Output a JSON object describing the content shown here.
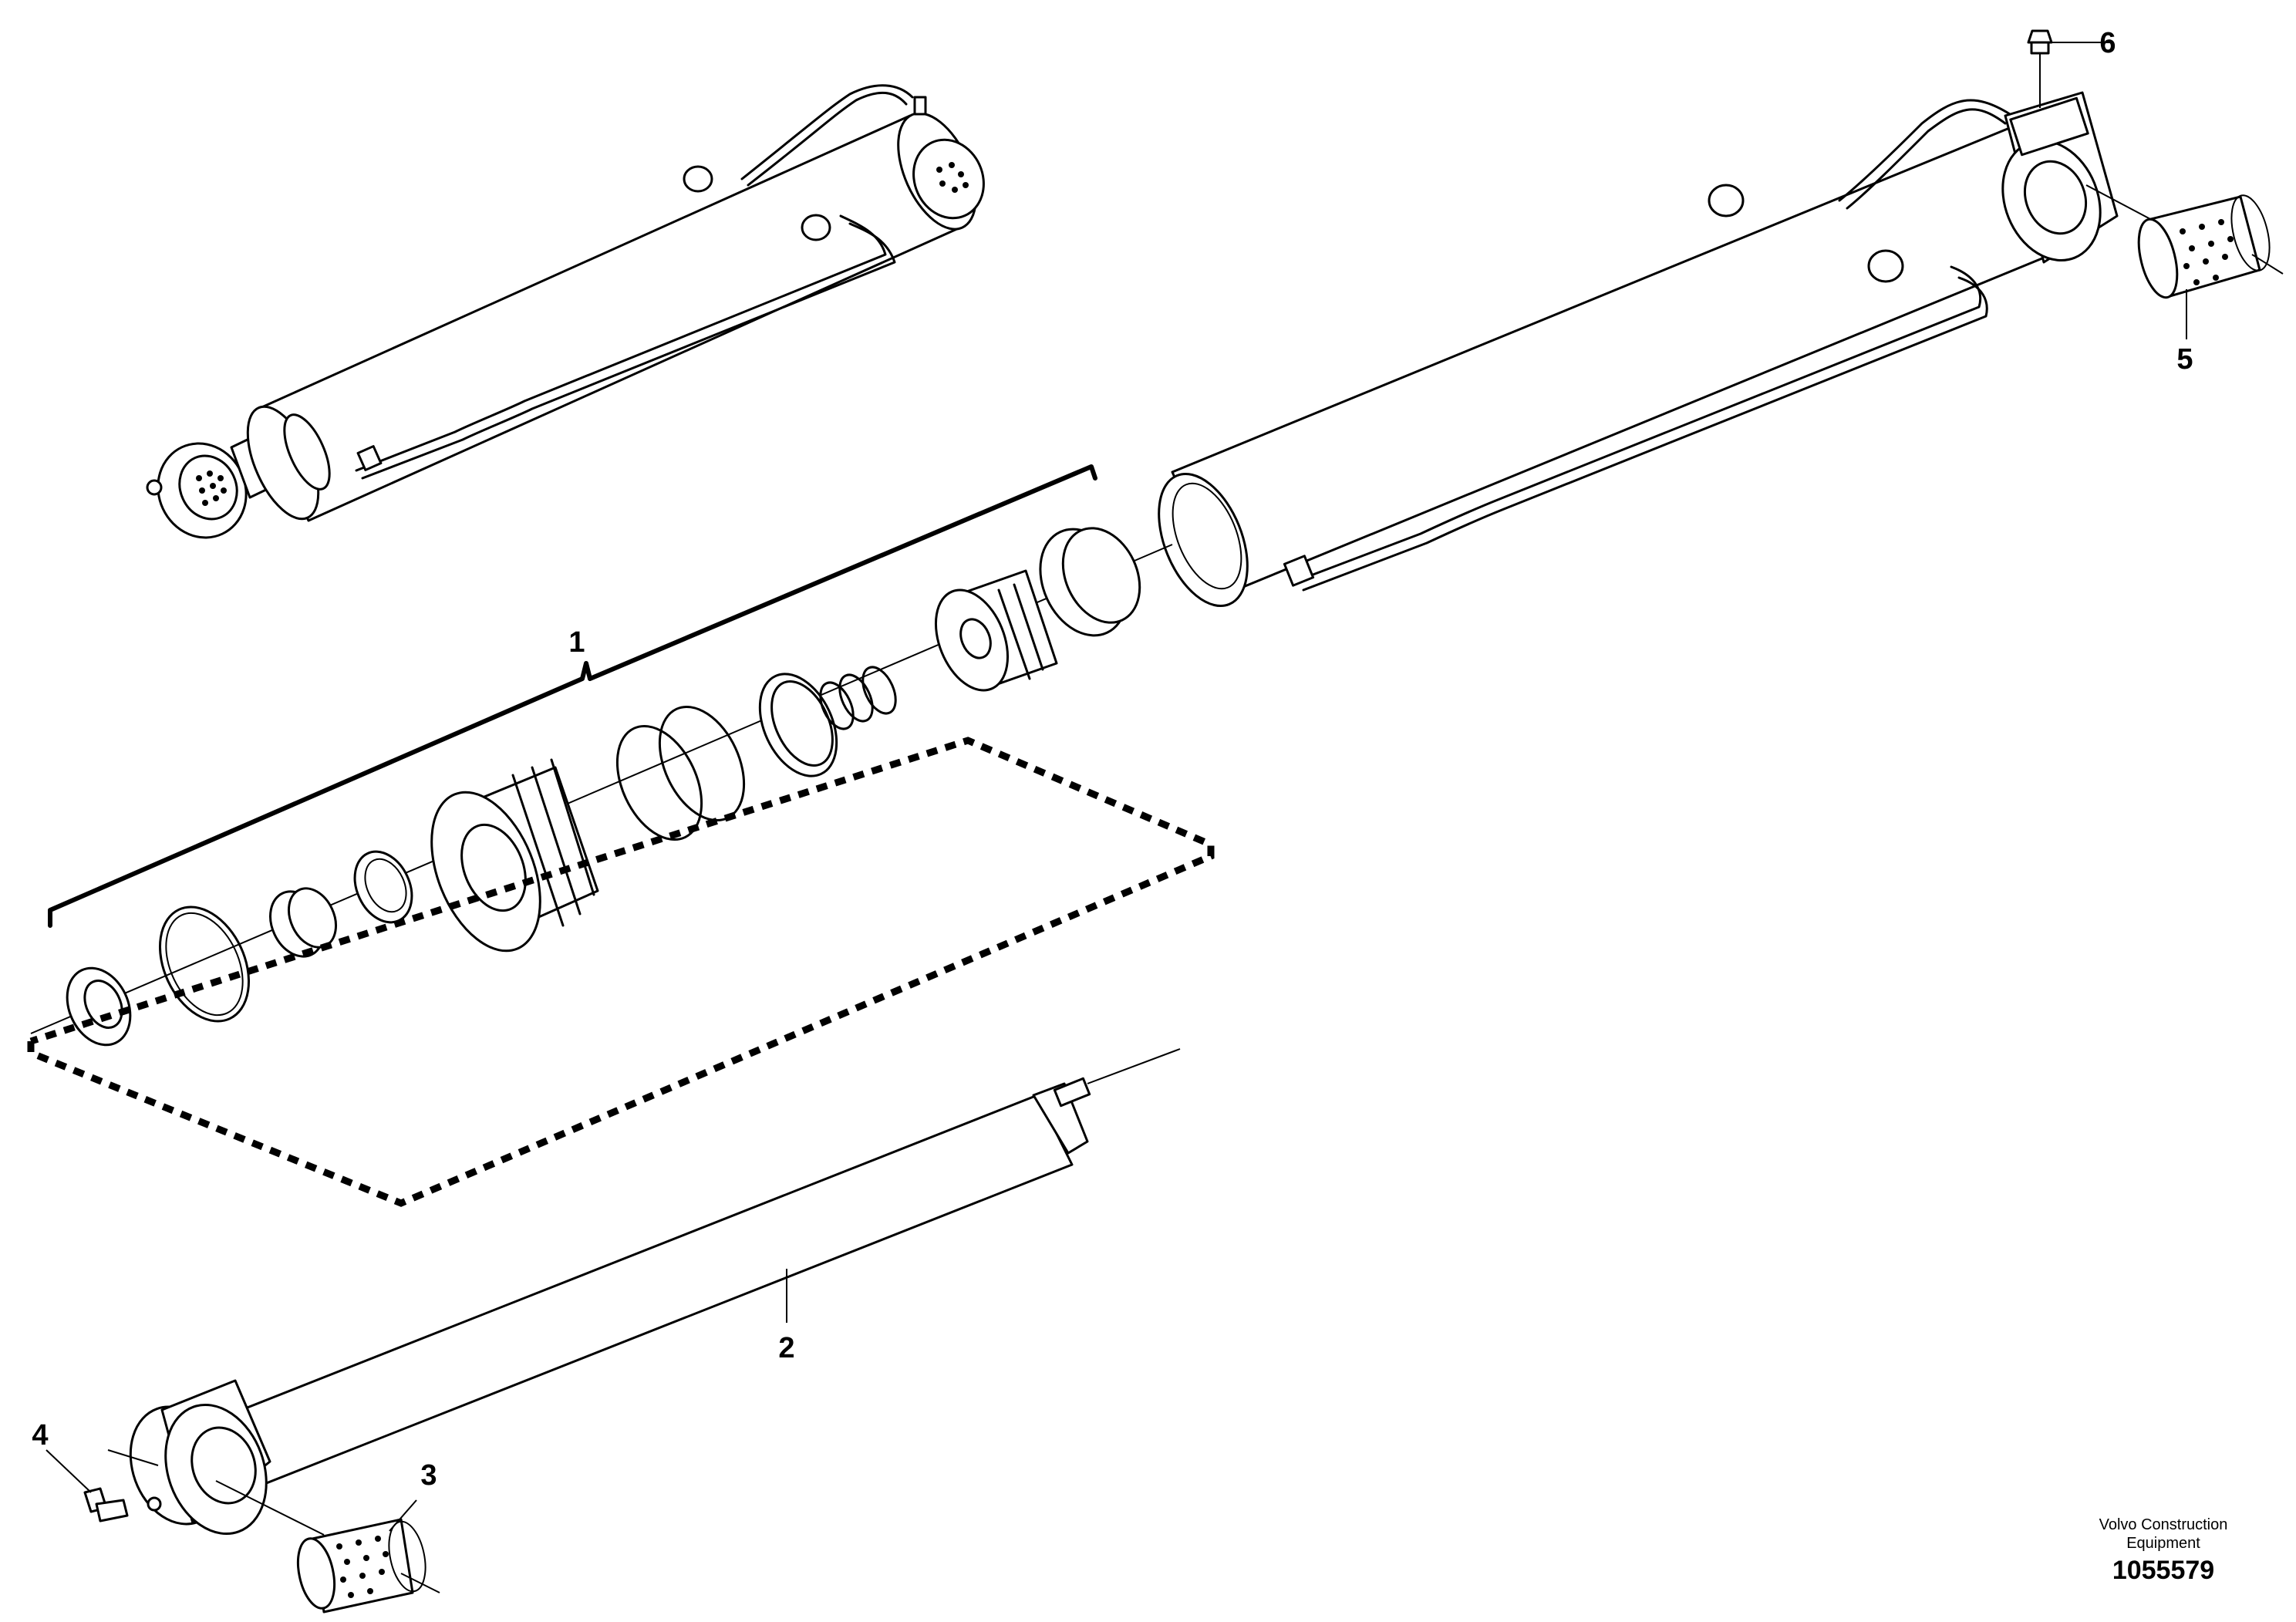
{
  "callouts": [
    {
      "id": "1",
      "label": "1"
    },
    {
      "id": "2",
      "label": "2"
    },
    {
      "id": "3",
      "label": "3"
    },
    {
      "id": "4",
      "label": "4"
    },
    {
      "id": "5",
      "label": "5"
    },
    {
      "id": "6",
      "label": "6"
    }
  ],
  "brand": {
    "line1": "Volvo Construction",
    "line2": "Equipment"
  },
  "part_number": "1055579"
}
